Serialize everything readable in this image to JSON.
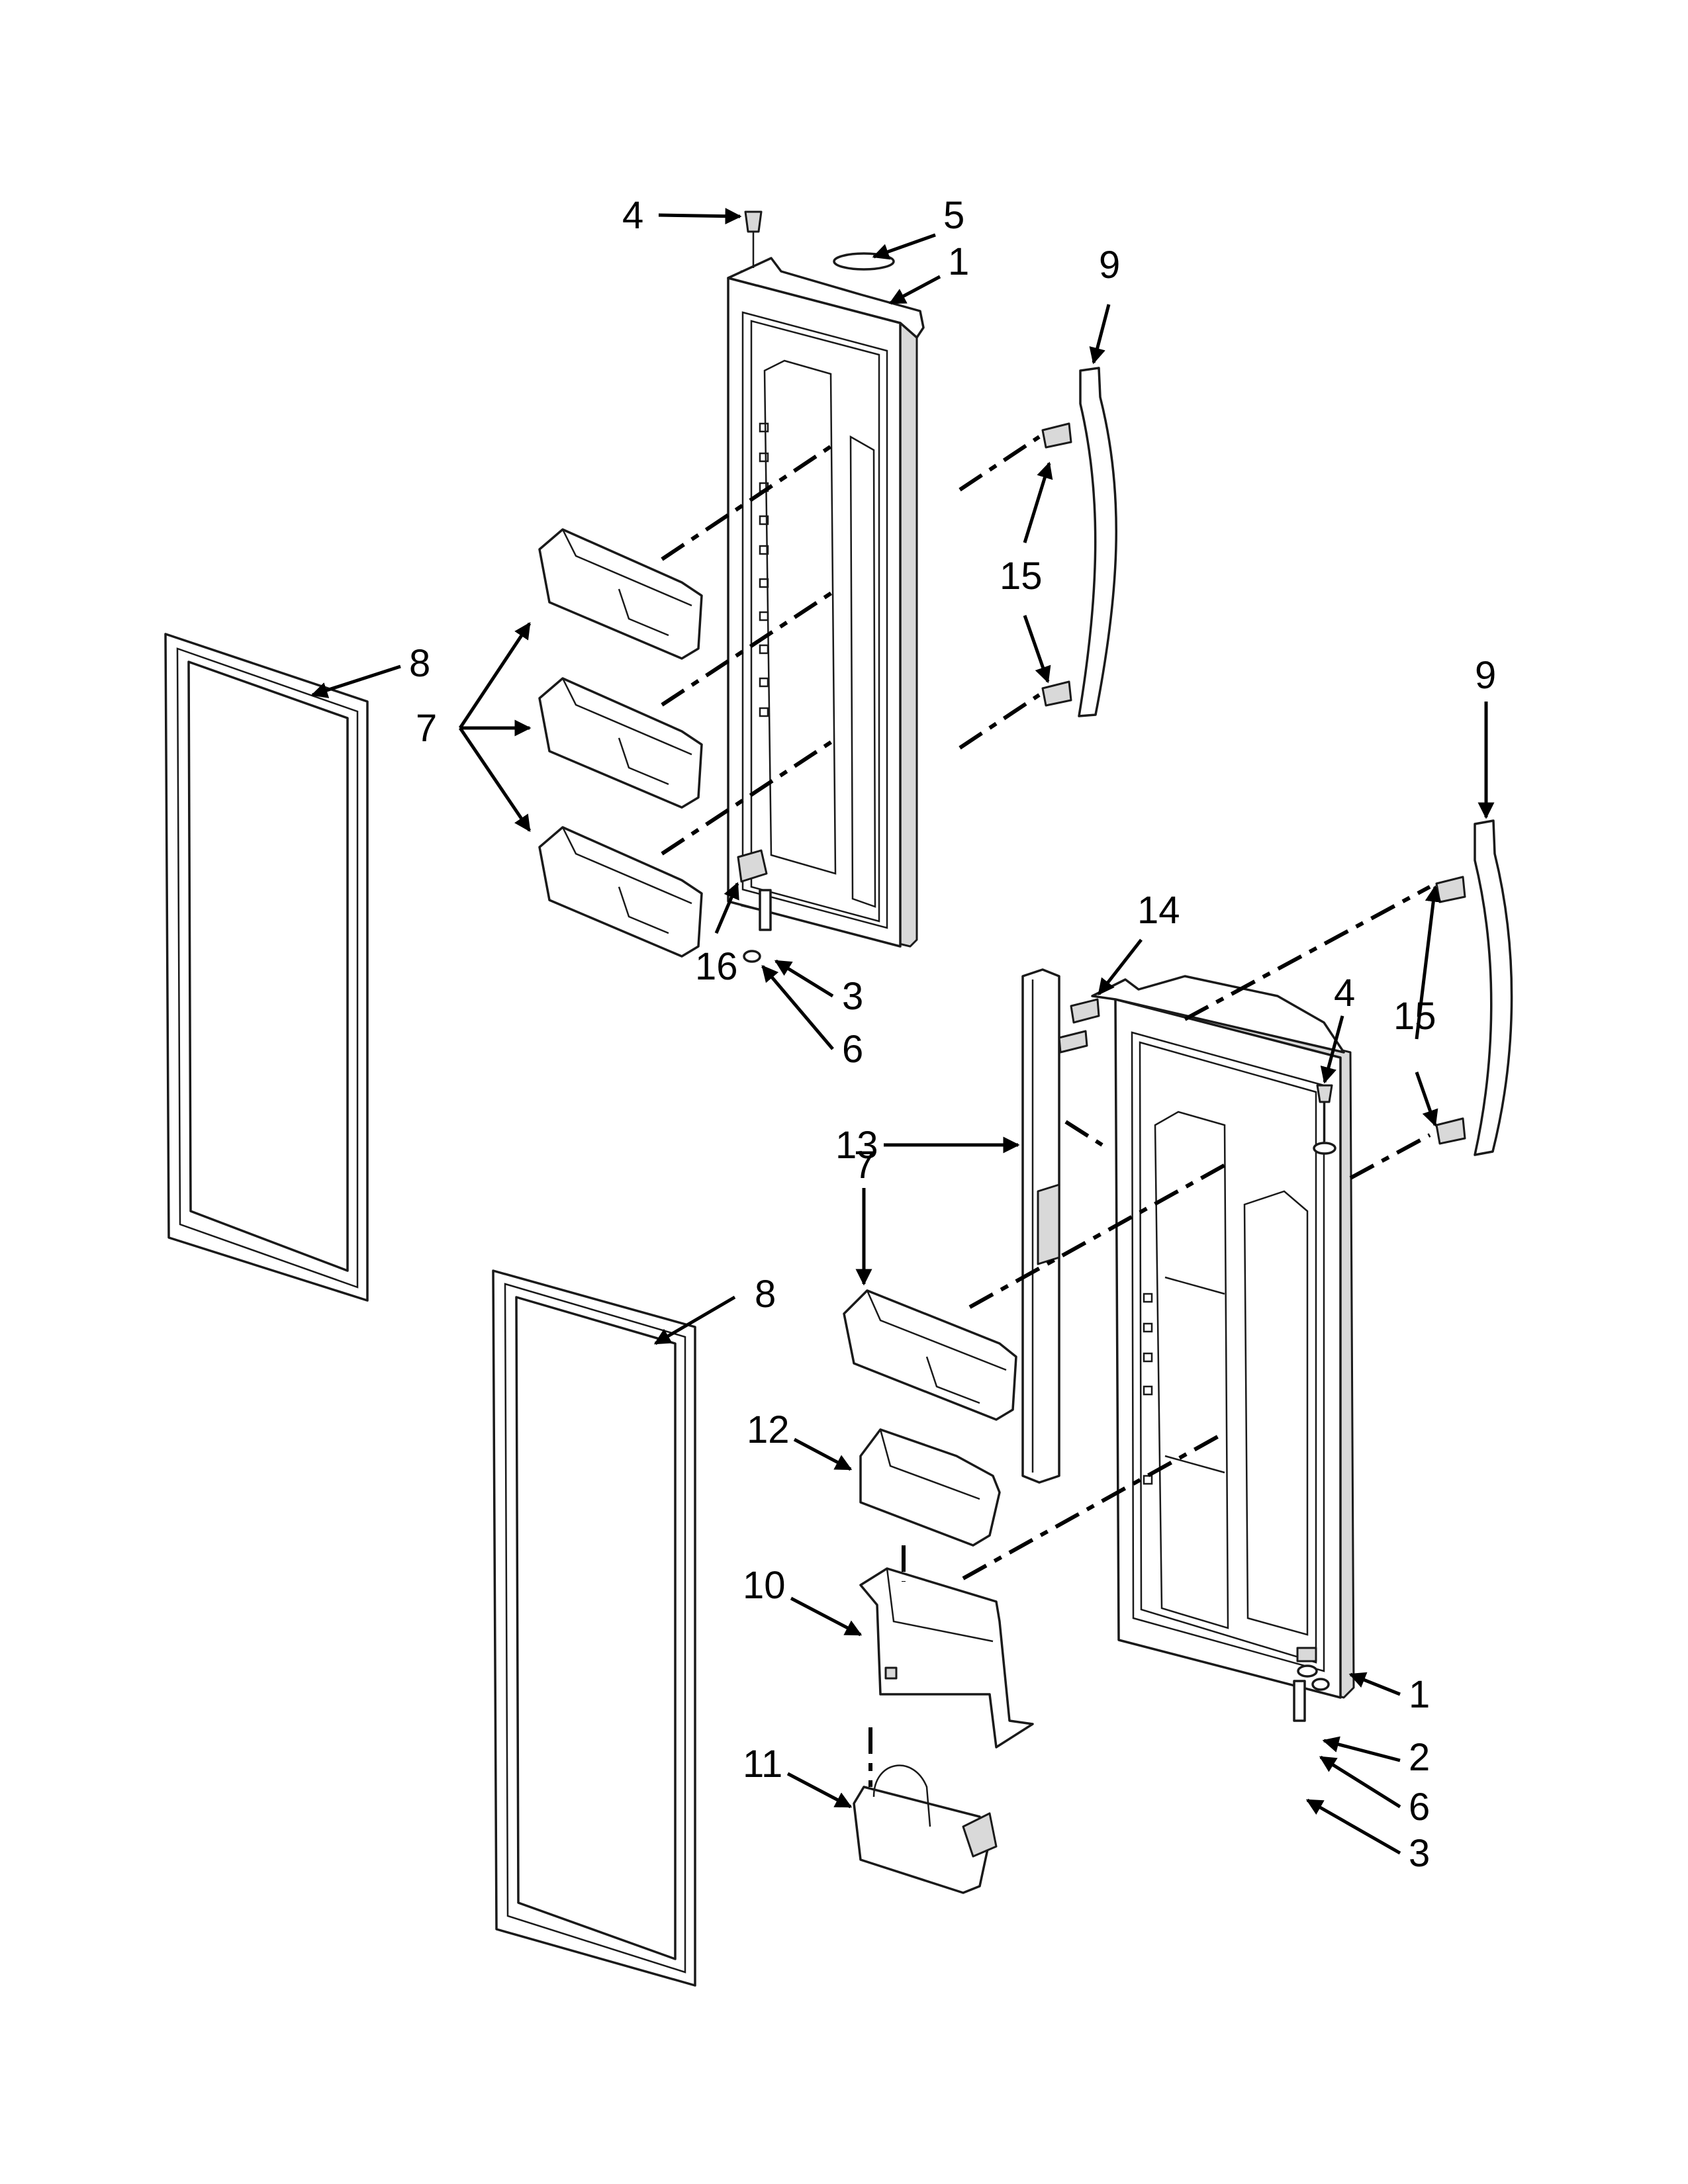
{
  "callouts": {
    "part_4_top": "4",
    "part_5": "5",
    "part_1_top": "1",
    "part_9_top": "9",
    "part_15_top": "15",
    "part_8_top": "8",
    "part_7_group": "7",
    "part_16": "16",
    "part_3_top": "3",
    "part_6_top": "6",
    "part_9_right": "9",
    "part_14": "14",
    "part_4_right": "4",
    "part_15_right": "15",
    "part_13": "13",
    "part_7_right": "7",
    "part_8_bottom": "8",
    "part_12": "12",
    "part_10": "10",
    "part_11": "11",
    "part_1_right": "1",
    "part_2": "2",
    "part_6_right": "6",
    "part_3_right": "3"
  },
  "colors": {
    "line": "#1a1a1a",
    "shade": "#d9d9d9",
    "background": "#ffffff"
  }
}
